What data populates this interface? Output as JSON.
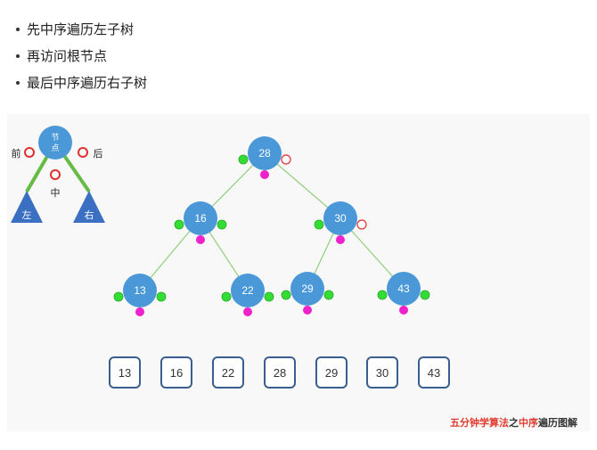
{
  "bullets": [
    "先中序遍历左子树",
    "再访问根节点",
    "最后中序遍历右子树"
  ],
  "legend": {
    "node_label": "节\n点",
    "pre_label": "前",
    "in_label": "中",
    "post_label": "后",
    "left_label": "左",
    "right_label": "右"
  },
  "tree": {
    "nodes": [
      {
        "id": "n28",
        "value": "28"
      },
      {
        "id": "n16",
        "value": "16"
      },
      {
        "id": "n30",
        "value": "30"
      },
      {
        "id": "n13",
        "value": "13"
      },
      {
        "id": "n22",
        "value": "22"
      },
      {
        "id": "n29",
        "value": "29"
      },
      {
        "id": "n43",
        "value": "43"
      }
    ],
    "edges": [
      [
        "n28",
        "n16"
      ],
      [
        "n28",
        "n30"
      ],
      [
        "n16",
        "n13"
      ],
      [
        "n16",
        "n22"
      ],
      [
        "n30",
        "n29"
      ],
      [
        "n30",
        "n43"
      ]
    ]
  },
  "output_sequence": [
    "13",
    "16",
    "22",
    "28",
    "29",
    "30",
    "43"
  ],
  "footer": {
    "part1": "五分钟学算法",
    "part2": "之",
    "part3": "中序",
    "part4": "遍历图解"
  },
  "colors": {
    "node": "#4a98d8",
    "edge": "#8fd07a",
    "marker_green": "#33dd33",
    "marker_magenta": "#ee22cc",
    "marker_red": "#e03030",
    "triangle": "#3a6fc2",
    "legend_line": "#66bb44"
  }
}
